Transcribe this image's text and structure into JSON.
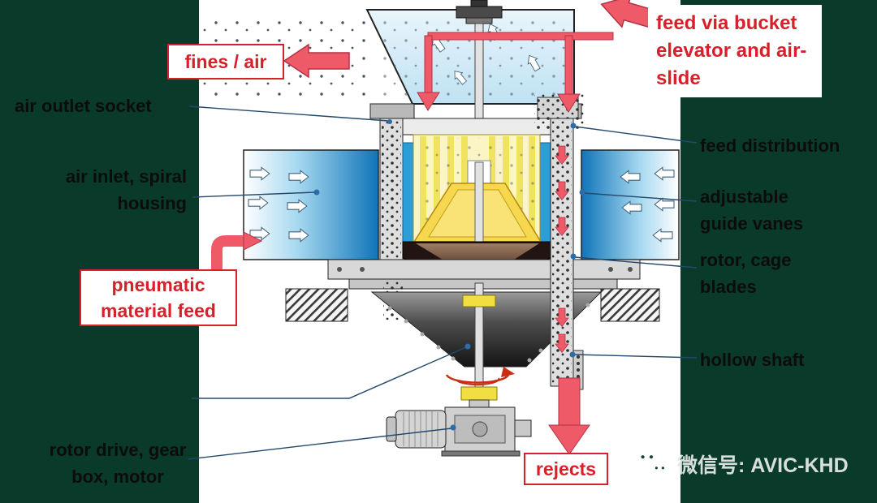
{
  "scene": {
    "description": "Cross-section diagram of a high efficiency air classifier / separator with material and air flow annotations"
  },
  "colors": {
    "background_green": "#0a3a2a",
    "panel_white": "#ffffff",
    "flow_red": "#ef5a68",
    "label_red": "#d8202a",
    "label_black": "#0c0c0c",
    "leader_blue": "#24496b",
    "housing_blue": "#0f74b8",
    "cage_yellow": "#f6d84e"
  },
  "labels": {
    "fines_air": "fines / air",
    "feed_via": "feed via bucket elevator and air-slide",
    "air_outlet": "air outlet socket",
    "air_inlet": "air inlet, spiral housing",
    "pneumatic": "pneumatic material feed",
    "rotor_drive": "rotor drive, gear box, motor",
    "feed_distribution": "feed distribution",
    "guide_vanes": "adjustable guide vanes",
    "rotor_cage": "rotor, cage blades",
    "hollow_shaft": "hollow shaft",
    "rejects": "rejects"
  },
  "watermark": {
    "text": "微信号: AVIC-KHD",
    "icon": "wechat-icon"
  }
}
